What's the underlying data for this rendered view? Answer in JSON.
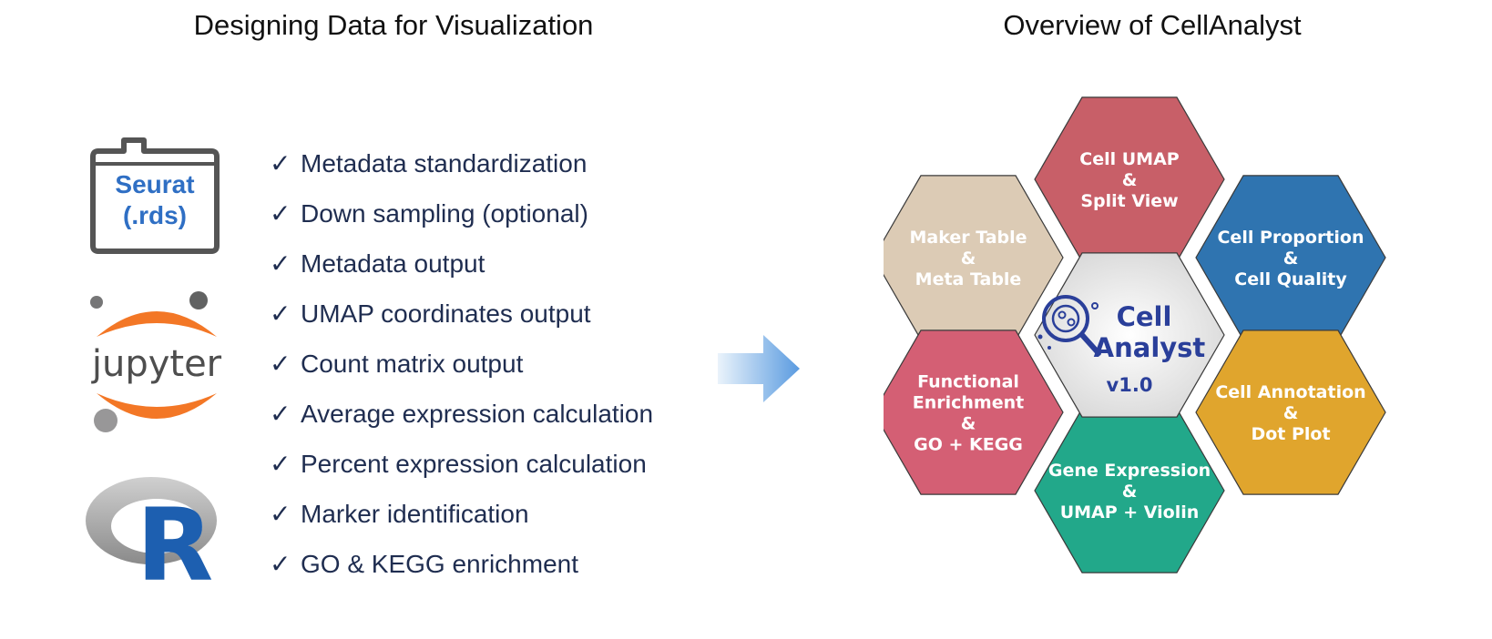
{
  "left_title": "Designing Data for Visualization",
  "right_title": "Overview of CellAnalyst",
  "seurat_label": [
    "Seurat",
    "(.rds)"
  ],
  "jupyter_label": "jupyter",
  "r_label": "R",
  "check_glyph": "✓",
  "steps": [
    "Metadata standardization",
    "Down sampling (optional)",
    "Metadata output",
    "UMAP coordinates output",
    "Count matrix output",
    "Average expression calculation",
    "Percent expression calculation",
    "Marker identification",
    "GO & KEGG enrichment"
  ],
  "center": {
    "lines": [
      "Cell",
      "Analyst"
    ],
    "version": "v1.0"
  },
  "hexagons": [
    {
      "id": "umap",
      "lines": [
        "Cell UMAP",
        "&",
        "Split View"
      ],
      "color": "#c85f68"
    },
    {
      "id": "maker",
      "lines": [
        "Maker Table",
        "&",
        "Meta Table"
      ],
      "color": "#dccbb5"
    },
    {
      "id": "proportion",
      "lines": [
        "Cell Proportion",
        "&",
        "Cell Quality"
      ],
      "color": "#2f74b0"
    },
    {
      "id": "functional",
      "lines": [
        "Functional",
        "Enrichment",
        "&",
        "GO + KEGG"
      ],
      "color": "#d45f74"
    },
    {
      "id": "annotation",
      "lines": [
        "Cell Annotation",
        "&",
        "Dot Plot"
      ],
      "color": "#e0a52d"
    },
    {
      "id": "expression",
      "lines": [
        "Gene Expression",
        "&",
        "UMAP + Violin"
      ],
      "color": "#22a88a"
    }
  ],
  "colors": {
    "text": "#1f2d50",
    "accent_blue": "#2f6fc4",
    "jupyter_orange": "#f37726",
    "r_blue": "#1d5fb0"
  }
}
